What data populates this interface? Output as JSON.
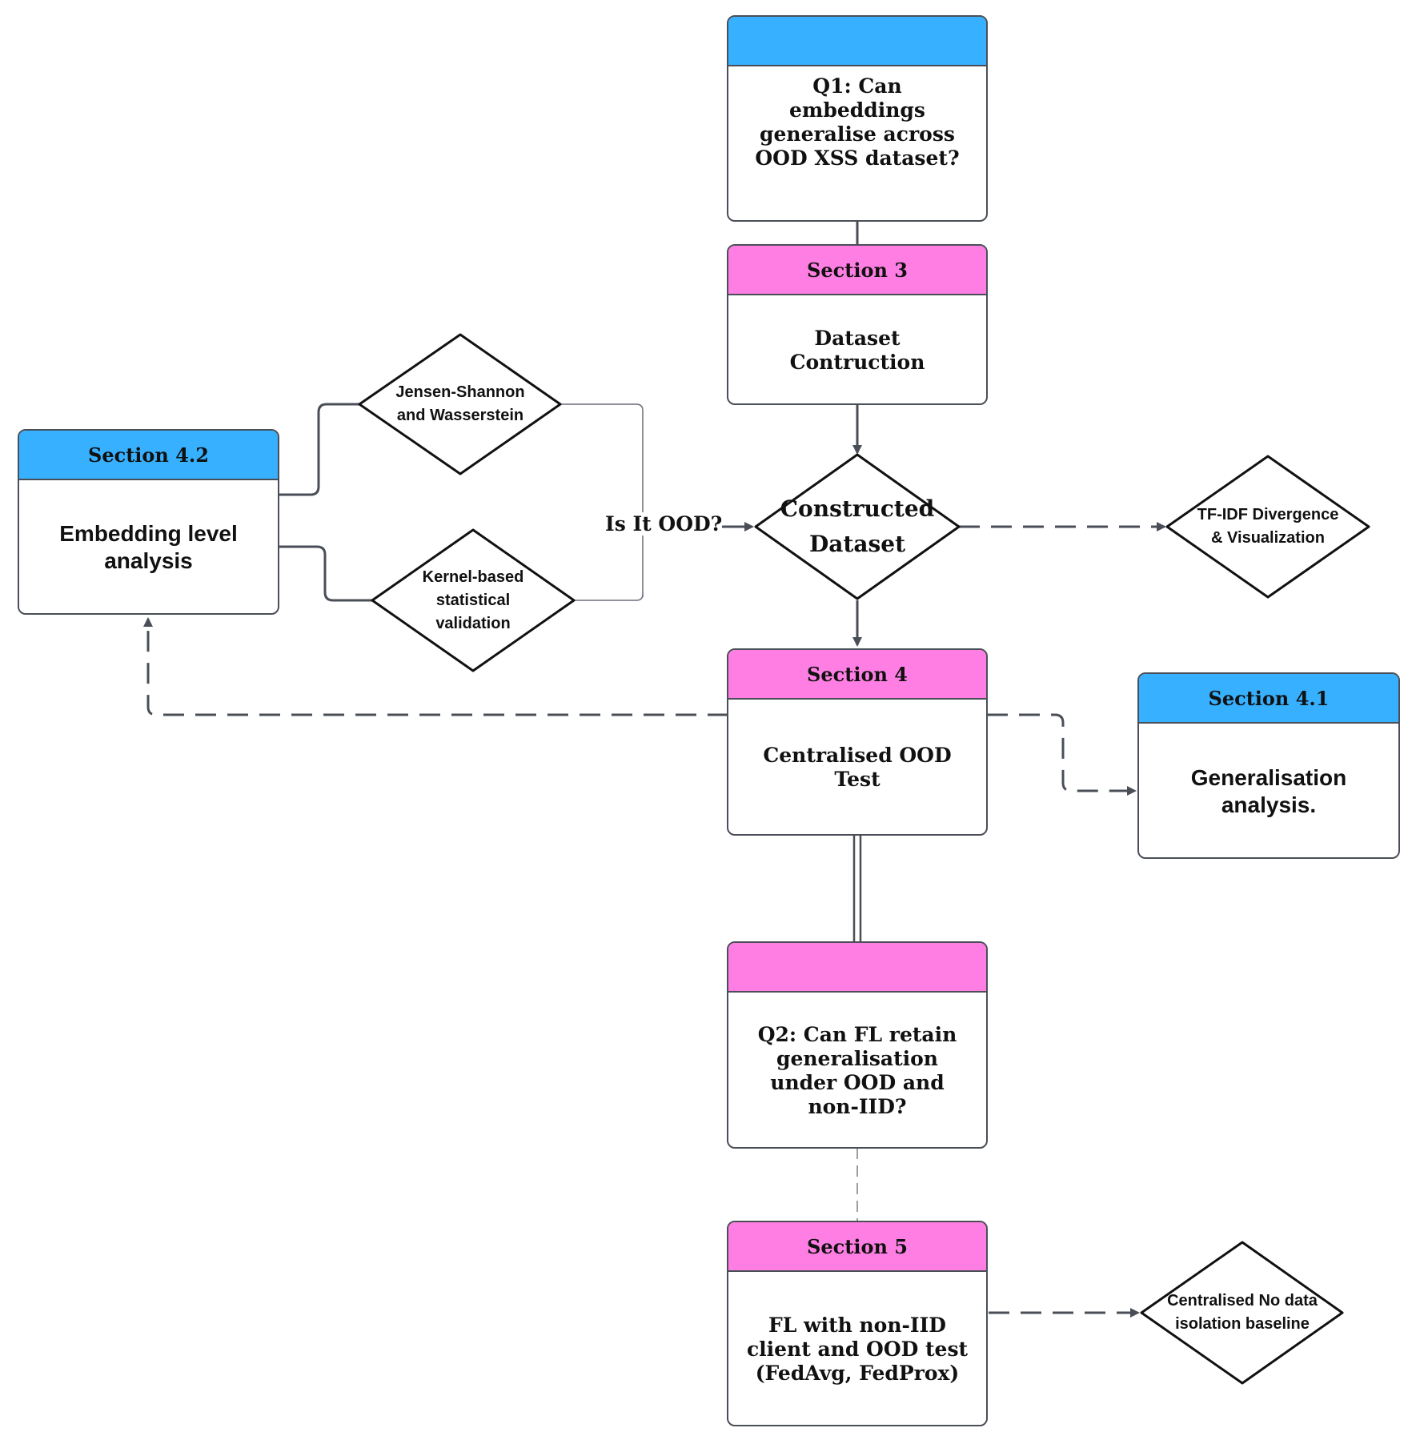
{
  "q1": {
    "text": "Q1: Can embeddings generalise across OOD XSS dataset?"
  },
  "section3": {
    "header": "Section 3",
    "body": "Dataset Contruction"
  },
  "section42": {
    "header": "Section 4.2",
    "body": "Embedding level analysis"
  },
  "diamond_js": {
    "text": "Jensen-Shannon and Wasserstein"
  },
  "diamond_kernel": {
    "text": "Kernel-based statistical validation"
  },
  "edge_label": {
    "text": "Is It OOD?"
  },
  "constructed": {
    "text": "Constructed Dataset"
  },
  "tfidf": {
    "text": "TF-IDF Divergence & Visualization"
  },
  "section4": {
    "header": "Section 4",
    "body": "Centralised OOD Test"
  },
  "section41": {
    "header": "Section 4.1",
    "body": "Generalisation analysis."
  },
  "q2": {
    "text": "Q2: Can FL retain generalisation under OOD and non-IID?"
  },
  "section5": {
    "header": "Section 5",
    "body": "FL with non-IID client and OOD test (FedAvg, FedProx)"
  },
  "baseline": {
    "text": "Centralised No data isolation baseline"
  },
  "colors": {
    "blue_header": "#36b0ff",
    "pink_header": "#ff7ee3",
    "line": "#4a4f57"
  }
}
